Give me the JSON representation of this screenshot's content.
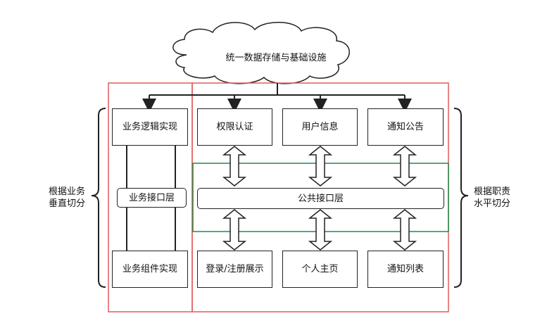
{
  "diagram": {
    "top_node": "统一数据存储与基础设施",
    "vertical_column": {
      "top": "业务逻辑实现",
      "middle": "业务接口层",
      "bottom": "业务组件实现"
    },
    "upper_row": [
      "权限认证",
      "用户信息",
      "通知公告"
    ],
    "public_interface": "公共接口层",
    "lower_row": [
      "登录/注册展示",
      "个人主页",
      "通知列表"
    ],
    "left_label": [
      "根据业务",
      "垂直切分"
    ],
    "right_label": [
      "根据职责",
      "水平切分"
    ]
  },
  "colors": {
    "stroke": "#222222",
    "vertical_split_frame": "#e05c5c",
    "interface_frame": "#1e8c4a",
    "fill": "#ffffff"
  }
}
